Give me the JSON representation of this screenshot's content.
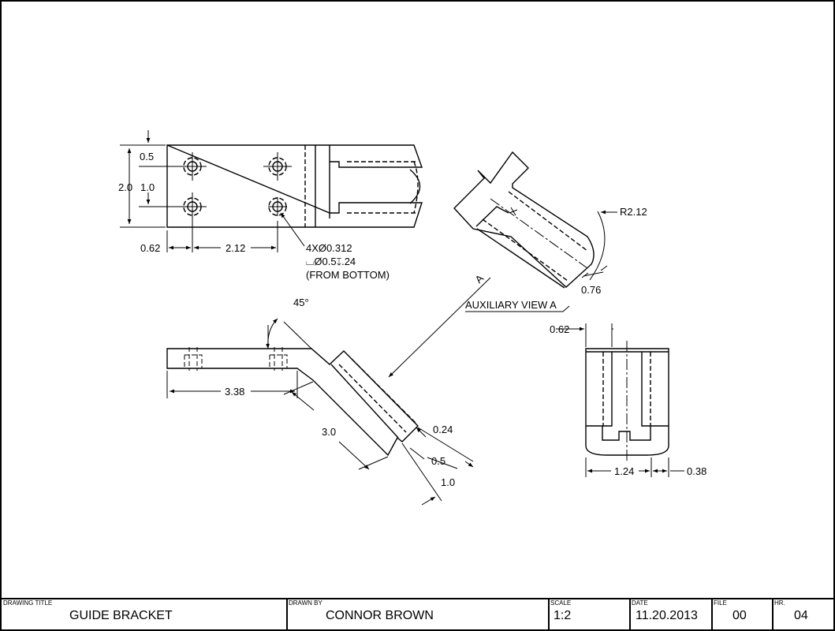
{
  "title_block": {
    "drawing_title_label": "DRAWING TITLE",
    "drawing_title": "GUIDE BRACKET",
    "drawn_by_label": "DRAWN BY",
    "drawn_by": "CONNOR BROWN",
    "scale_label": "SCALE",
    "scale": "1:2",
    "date_label": "DATE",
    "date": "11.20.2013",
    "file_label": "FILE",
    "file": "00",
    "hr_label": "HR.",
    "hr": "04"
  },
  "top_view": {
    "dim_hole_spacing_top": "0.5",
    "dim_height": "2.0",
    "dim_hole_spacing": "1.0",
    "dim_left_offset": "0.62",
    "dim_hole_pitch": "2.12",
    "hole_callout_1": "4XØ0.312",
    "hole_callout_2": "⌴Ø0.5↧.24",
    "hole_callout_3": "(FROM BOTTOM)"
  },
  "auxiliary_view": {
    "dim_radius": "R2.12",
    "dim_width": "0.76",
    "label": "AUXILIARY VIEW A",
    "arrow_label": "A"
  },
  "front_view": {
    "dim_angle": "45°",
    "dim_length_1": "3.38",
    "dim_length_2": "3.0",
    "dim_step": "0.24",
    "dim_thickness_1": "0.5",
    "dim_thickness_2": "1.0"
  },
  "side_view": {
    "dim_top": "0.62",
    "dim_slot": "1.24",
    "dim_wall": "0.38"
  }
}
